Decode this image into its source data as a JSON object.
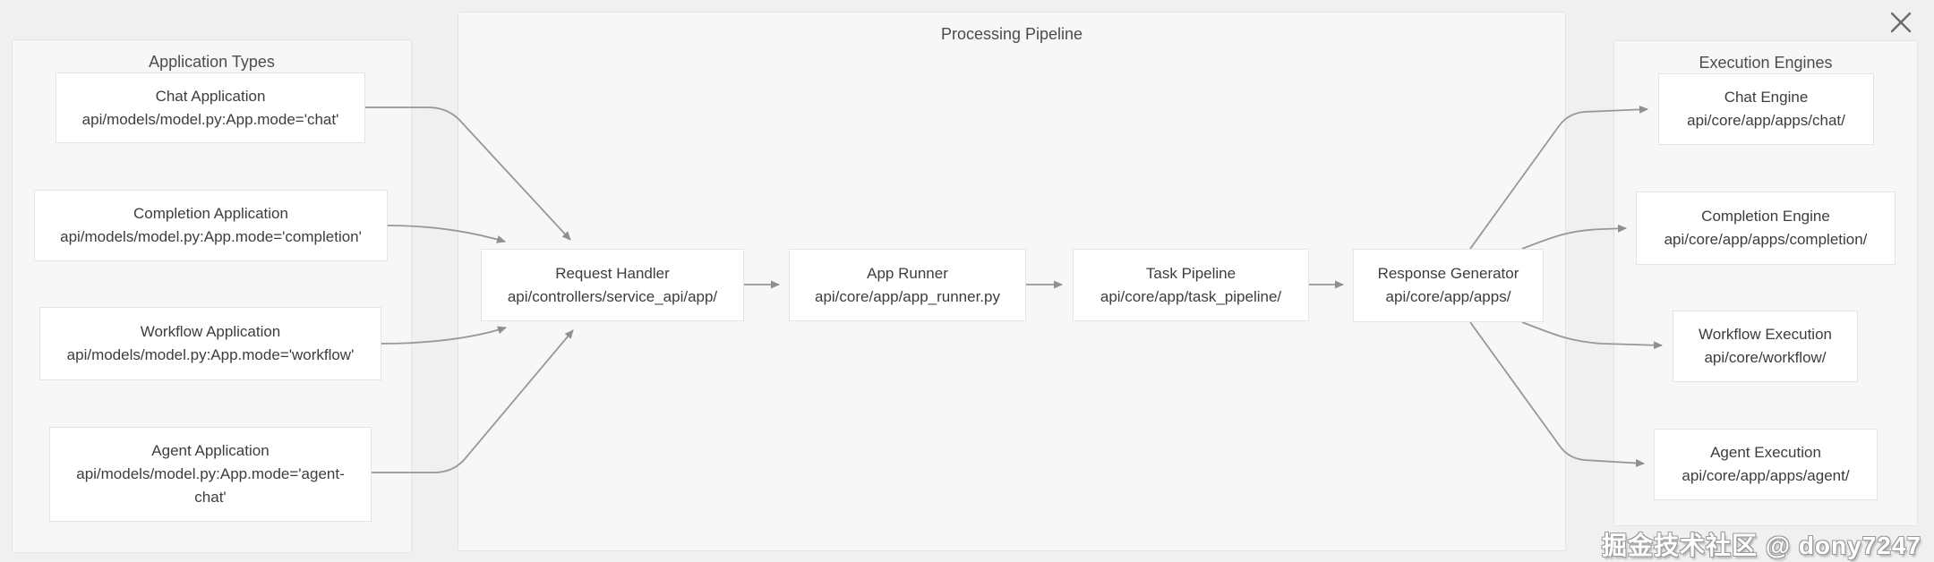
{
  "viewer": {
    "close_icon": "close-x"
  },
  "watermark": "掘金技术社区 @ dony7247",
  "colors": {
    "background": "#f0f0f0",
    "panel": "#f7f7f7",
    "panel_border": "#e3e3e3",
    "node_background": "#ffffff",
    "node_border": "#e4e4e4",
    "edge": "#959595",
    "text": "#3d3d3d",
    "panel_title": "#4c4c4c"
  },
  "panels": {
    "application_types": {
      "title": "Application Types"
    },
    "processing_pipeline": {
      "title": "Processing Pipeline"
    },
    "execution_engines": {
      "title": "Execution Engines"
    }
  },
  "nodes": {
    "chat_app": {
      "title": "Chat Application",
      "path": "api/models/model.py:App.mode='chat'"
    },
    "completion_app": {
      "title": "Completion Application",
      "path": "api/models/model.py:App.mode='completion'"
    },
    "workflow_app": {
      "title": "Workflow Application",
      "path": "api/models/model.py:App.mode='workflow'"
    },
    "agent_app": {
      "title": "Agent Application",
      "path": "api/models/model.py:App.mode='agent-chat'"
    },
    "request_handler": {
      "title": "Request Handler",
      "path": "api/controllers/service_api/app/"
    },
    "app_runner": {
      "title": "App Runner",
      "path": "api/core/app/app_runner.py"
    },
    "task_pipeline": {
      "title": "Task Pipeline",
      "path": "api/core/app/task_pipeline/"
    },
    "response_generator": {
      "title": "Response Generator",
      "path": "api/core/app/apps/"
    },
    "chat_engine": {
      "title": "Chat Engine",
      "path": "api/core/app/apps/chat/"
    },
    "completion_engine": {
      "title": "Completion Engine",
      "path": "api/core/app/apps/completion/"
    },
    "workflow_execution": {
      "title": "Workflow Execution",
      "path": "api/core/workflow/"
    },
    "agent_execution": {
      "title": "Agent Execution",
      "path": "api/core/app/apps/agent/"
    }
  }
}
